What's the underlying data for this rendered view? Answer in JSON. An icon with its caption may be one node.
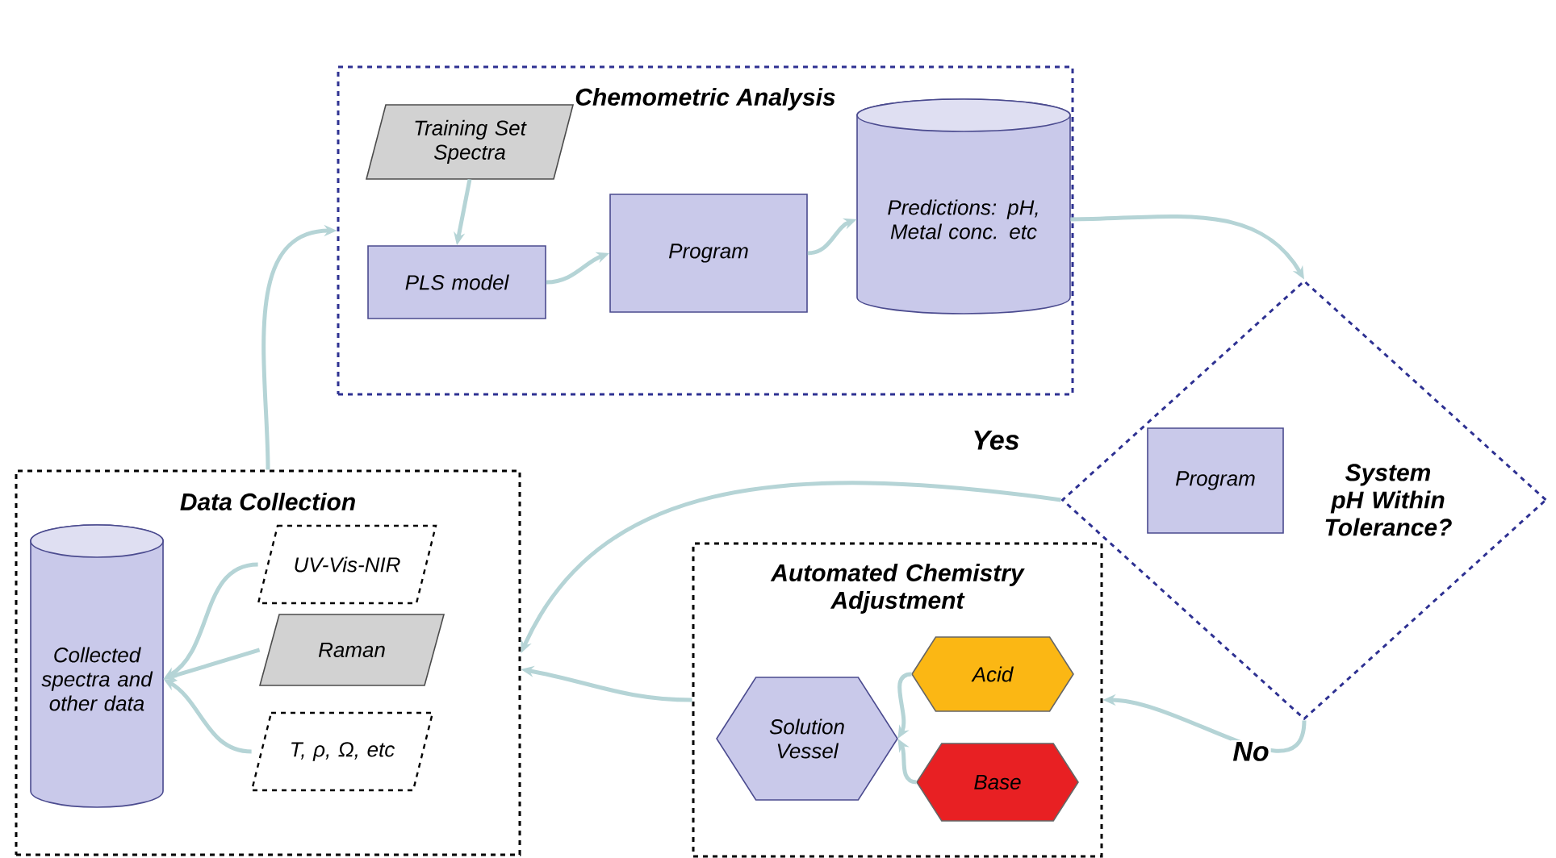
{
  "diagram": {
    "nodes": [
      {
        "text": [
          "Chemometric Analysis"
        ]
      },
      {
        "text": [
          "Training Set Spectra"
        ],
        "in": 0
      },
      {
        "text": [
          "PLS model"
        ],
        "in": 0
      },
      {
        "text": [
          "Program"
        ],
        "in": 0
      },
      {
        "text": [
          "Predictions: pH, Metal conc. etc"
        ],
        "in": 0
      },
      {
        "text": [
          "System pH Within Tolerance?"
        ]
      },
      {
        "text": [
          "Program"
        ],
        "in": 5
      },
      {
        "text": [
          "Data Collection"
        ]
      },
      {
        "text": [
          "Collected spectra and other data"
        ],
        "in": 7
      },
      {
        "text": [
          "UV-Vis-NIR"
        ],
        "in": 7
      },
      {
        "text": [
          "Raman"
        ],
        "in": 7
      },
      {
        "text": [
          "T, ρ, Ω, etc"
        ],
        "in": 7
      },
      {
        "text": [
          "Automated Chemistry Adjustment"
        ]
      },
      {
        "text": [
          "Solution Vessel"
        ],
        "in": 12
      },
      {
        "text": [
          "Acid"
        ],
        "in": 12
      },
      {
        "text": [
          "Base"
        ],
        "in": 12
      }
    ],
    "edges": [
      {
        "from": 1,
        "to": 2,
        "arrow": "to"
      },
      {
        "from": 2,
        "to": 3,
        "arrow": "to"
      },
      {
        "from": 3,
        "to": 4,
        "arrow": "to"
      },
      {
        "from": 4,
        "to": 5,
        "arrow": "to"
      },
      {
        "from": 5,
        "to": 7,
        "arrow": "to",
        "label": "Yes"
      },
      {
        "from": 5,
        "to": 12,
        "arrow": "to",
        "label": "No"
      },
      {
        "from": 12,
        "to": 7,
        "arrow": "to"
      },
      {
        "from": 14,
        "to": 13,
        "arrow": "to"
      },
      {
        "from": 15,
        "to": 13,
        "arrow": "to"
      },
      {
        "from": 9,
        "to": 8,
        "arrow": "to"
      },
      {
        "from": 10,
        "to": 8,
        "arrow": "to"
      },
      {
        "from": 11,
        "to": 8,
        "arrow": "to"
      },
      {
        "from": 7,
        "to": 0,
        "arrow": "to"
      }
    ]
  }
}
